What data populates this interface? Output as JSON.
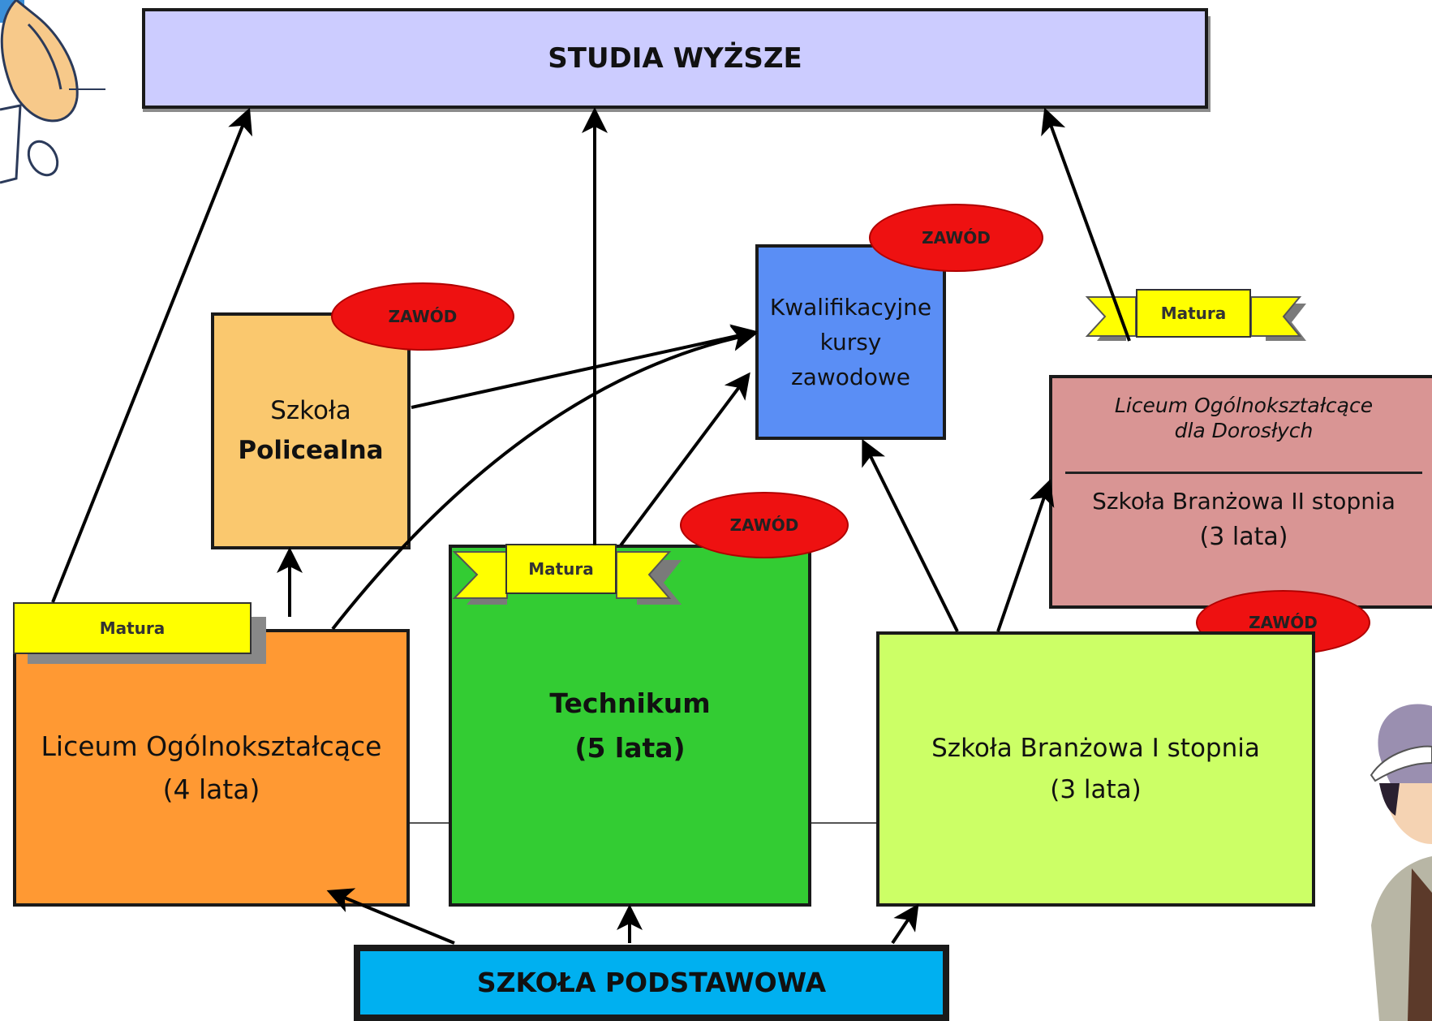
{
  "diagram": {
    "top": {
      "label": "STUDIA WYŻSZE"
    },
    "bottom": {
      "label": "SZKOŁA PODSTAWOWA"
    },
    "policealna": {
      "line1": "Szkoła",
      "line2": "Policealna",
      "badge": "ZAWÓD"
    },
    "kursy": {
      "line1": "Kwalifikacyjne",
      "line2": "kursy",
      "line3": "zawodowe",
      "badge": "ZAWÓD"
    },
    "liceum_dorosli": {
      "line1": "Liceum Ogólnokształcące",
      "line2": "dla Dorosłych",
      "line3": "Szkoła Branżowa II stopnia",
      "line4": "(3 lata)",
      "badge": "ZAWÓD"
    },
    "liceum": {
      "line1": "Liceum Ogólnokształcące",
      "line2": "(4 lata)"
    },
    "technikum": {
      "line1": "Technikum",
      "line2": "(5 lata)",
      "badge": "ZAWÓD"
    },
    "branzowa1": {
      "line1": "Szkoła Branżowa I stopnia",
      "line2": "(3 lata)"
    },
    "matura_labels": {
      "liceum": "Matura",
      "technikum": "Matura",
      "dorosli": "Matura"
    }
  },
  "colors": {
    "top": "#ccccff",
    "bottom": "#00b0f0",
    "policealna": "#fac86e",
    "kursy": "#5a8ef5",
    "dorosli": "#d99594",
    "liceum": "#ff9933",
    "technikum": "#33cc33",
    "branzowa1": "#ccff66",
    "zawod": "#ee1111",
    "matura": "#ffff00"
  },
  "icons": [
    "hand-cursor-icon",
    "student-illustration"
  ]
}
